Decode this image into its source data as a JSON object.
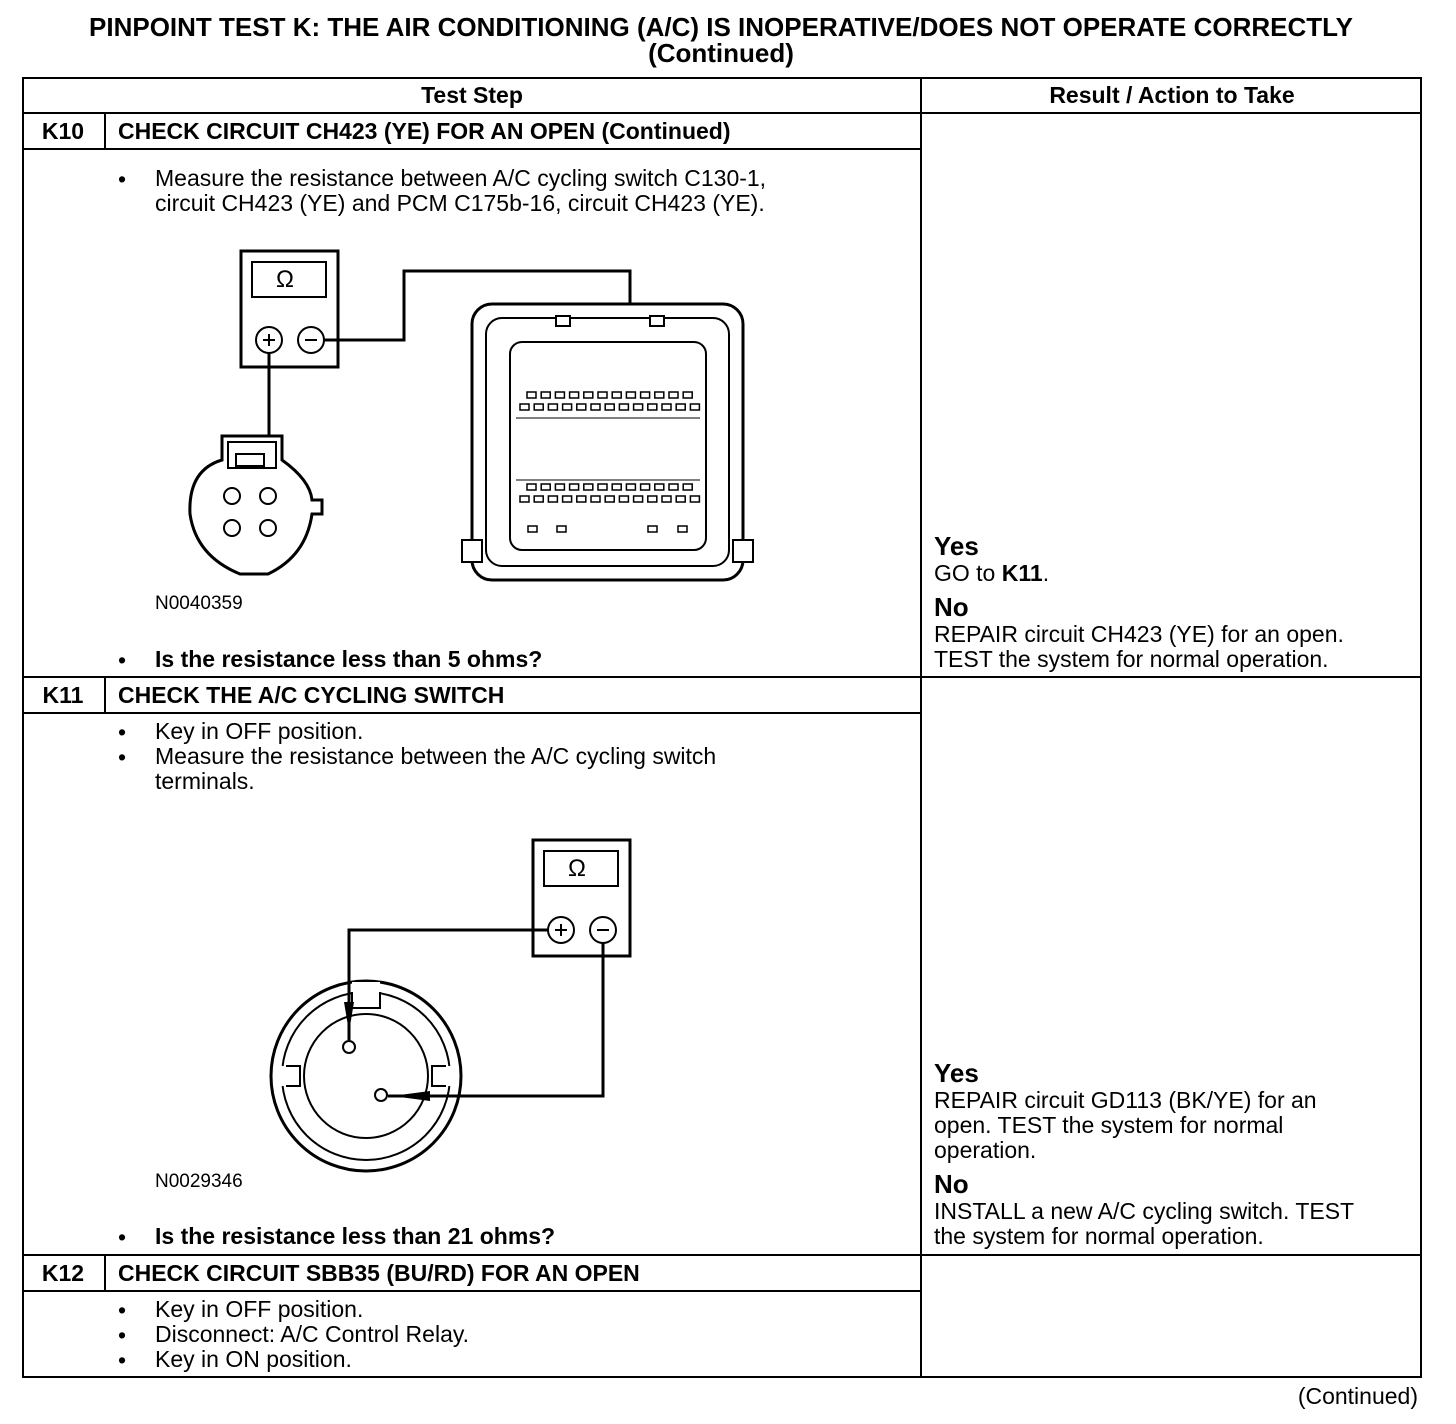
{
  "title": {
    "line1": "PINPOINT TEST  K: THE AIR CONDITIONING (A/C) IS INOPERATIVE/DOES NOT OPERATE CORRECTLY",
    "line2": "(Continued)"
  },
  "table": {
    "col_test_step": "Test Step",
    "col_result": "Result / Action to Take"
  },
  "steps": [
    {
      "id": "K10",
      "title": "CHECK CIRCUIT CH423 (YE) FOR AN OPEN (Continued)",
      "instructions": [
        "Measure the resistance between A/C cycling switch C130-1,",
        "circuit CH423 (YE) and PCM C175b-16, circuit CH423 (YE)."
      ],
      "figure_code": "N0040359",
      "meter_symbol": "Ω",
      "question": "Is the resistance less than 5 ohms?",
      "yes_label": "Yes",
      "yes_prefix": "GO to ",
      "yes_target": "K11",
      "yes_suffix": ".",
      "no_label": "No",
      "no_action": [
        "REPAIR circuit CH423 (YE) for an open.",
        "TEST the system for normal operation."
      ]
    },
    {
      "id": "K11",
      "title": "CHECK THE A/C CYCLING SWITCH",
      "instructions": [
        "Key in OFF position.",
        "Measure the resistance between the A/C cycling switch",
        "terminals."
      ],
      "figure_code": "N0029346",
      "meter_symbol": "Ω",
      "question": "Is the resistance less than 21 ohms?",
      "yes_label": "Yes",
      "yes_action": [
        "REPAIR circuit GD113 (BK/YE) for an",
        "open. TEST the system for normal",
        "operation."
      ],
      "no_label": "No",
      "no_action": [
        "INSTALL a new A/C cycling switch. TEST",
        "the system for normal operation."
      ]
    },
    {
      "id": "K12",
      "title": "CHECK CIRCUIT SBB35 (BU/RD) FOR AN OPEN",
      "instructions": [
        "Key in OFF position.",
        "Disconnect: A/C Control Relay.",
        "Key in ON position."
      ]
    }
  ],
  "bullet": "•",
  "footer": "(Continued)"
}
